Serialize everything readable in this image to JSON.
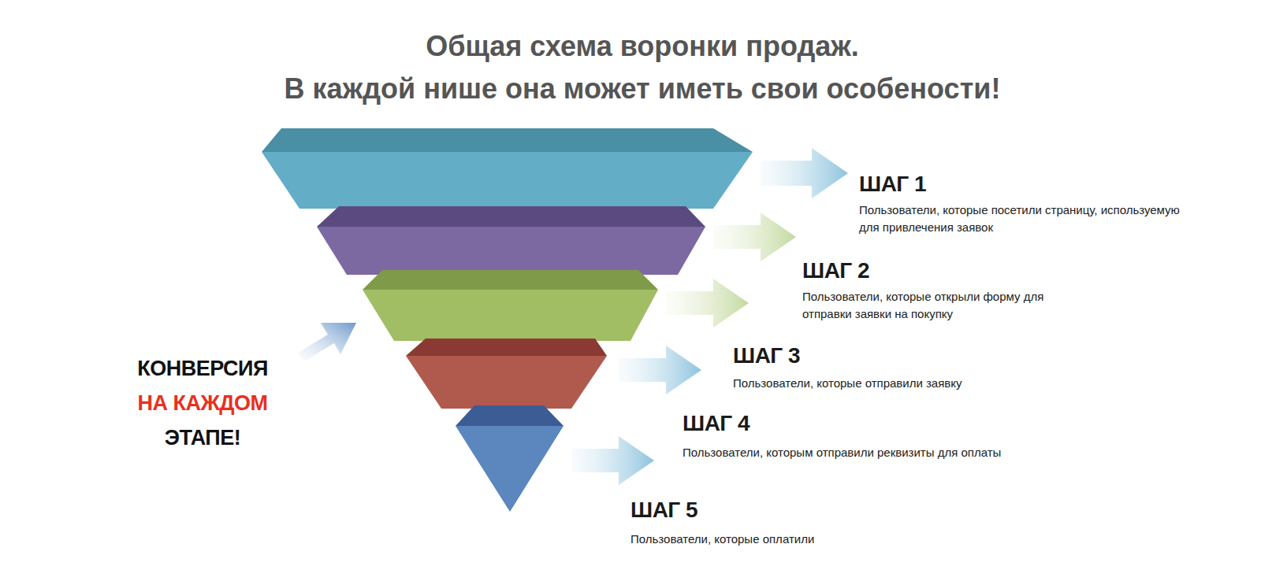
{
  "diagram": {
    "title": "Общая схема воронки продаж.",
    "nodes": [
      {
        "text": [
          "ШАГ 1",
          "Пользователи, которые посетили страницу, используемую для привлечения заявок"
        ]
      },
      {
        "text": [
          "ШАГ 2",
          "Пользователи, которые открыли форму для отправки заявки на покупку"
        ]
      },
      {
        "text": [
          "ШАГ 3",
          "Пользователи, которые отправили заявку"
        ]
      },
      {
        "text": [
          "ШАГ 4",
          "Пользователи, которым отправили реквизиты для оплаты"
        ]
      },
      {
        "text": [
          "ШАГ 5",
          "Пользователи, которые оплатили"
        ]
      }
    ],
    "edges": [],
    "labels": [
      "В каждой нише она может иметь свои особености!",
      "КОНВЕРСИЯ",
      "НА КАЖДОМ",
      "ЭТАПЕ!"
    ]
  }
}
